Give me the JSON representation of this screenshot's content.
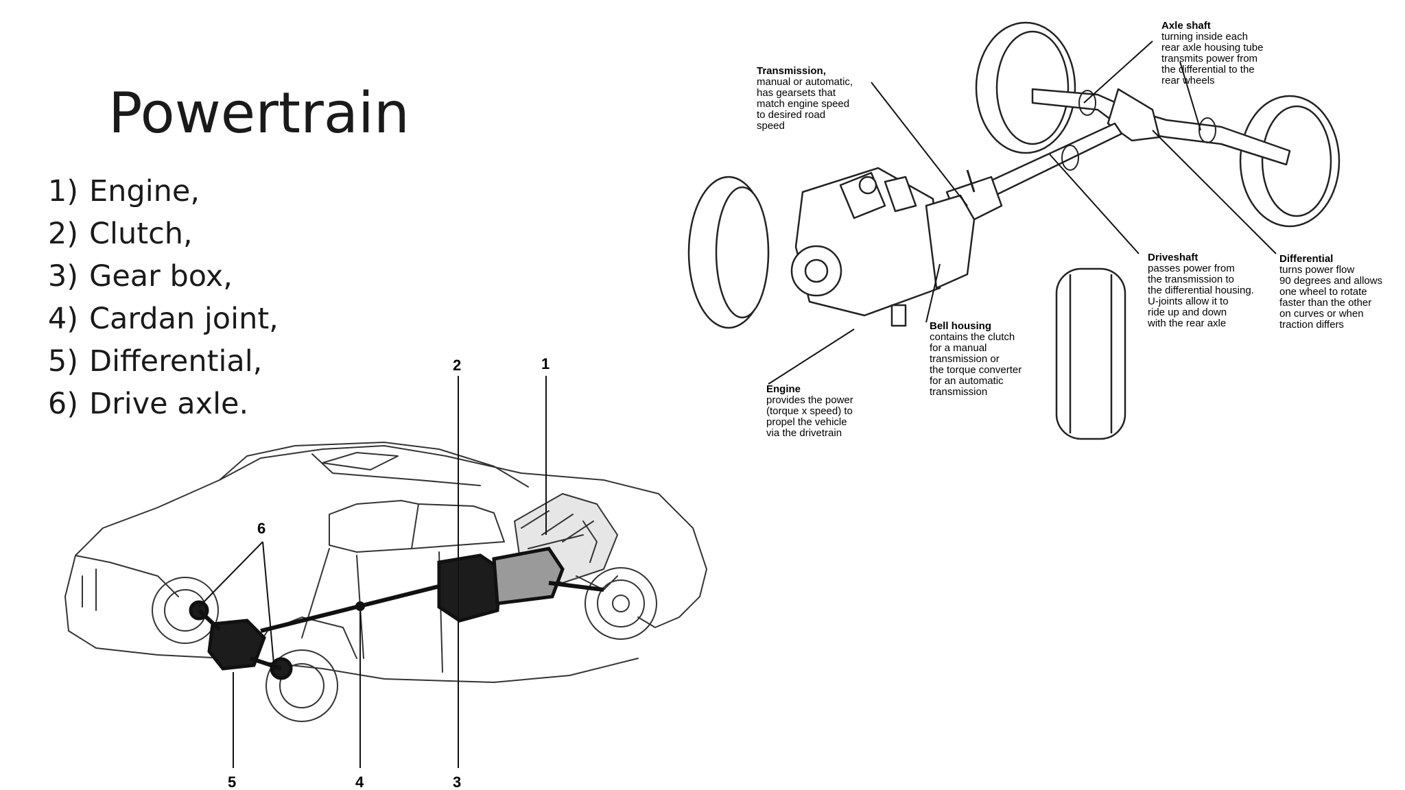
{
  "slide": {
    "title": "Powertrain",
    "items": [
      {
        "number": "1)",
        "label": "Engine,"
      },
      {
        "number": "2)",
        "label": "Clutch,"
      },
      {
        "number": "3)",
        "label": "Gear box,"
      },
      {
        "number": "4)",
        "label": "Cardan joint,"
      },
      {
        "number": "5)",
        "label": "Differential,"
      },
      {
        "number": "6)",
        "label": "Drive axle."
      }
    ]
  },
  "car_diagram": {
    "callouts": [
      "1",
      "2",
      "3",
      "4",
      "5",
      "6"
    ]
  },
  "drivetrain_diagram": {
    "transmission": {
      "title": "Transmission,",
      "lines": [
        "manual or automatic,",
        "has gearsets that",
        "match engine speed",
        "to desired road",
        "speed"
      ]
    },
    "axle_shaft": {
      "title": "Axle shaft",
      "lines": [
        "turning inside each",
        "rear axle housing tube",
        "transmits power from",
        "the differential to the",
        "rear wheels"
      ]
    },
    "driveshaft": {
      "title": "Driveshaft",
      "lines": [
        "passes power from",
        "the transmission to",
        "the differential housing.",
        "U-joints allow it to",
        "ride up and down",
        "with the rear axle"
      ]
    },
    "differential": {
      "title": "Differential",
      "lines": [
        "turns power flow",
        "90 degrees and allows",
        "one wheel to rotate",
        "faster than the other",
        "on curves or when",
        "traction differs"
      ]
    },
    "bell_housing": {
      "title": "Bell housing",
      "lines": [
        "contains the clutch",
        "for a manual",
        "transmission or",
        "the torque converter",
        "for an automatic",
        "transmission"
      ]
    },
    "engine": {
      "title": "Engine",
      "lines": [
        "provides the power",
        "(torque x speed) to",
        "propel the vehicle",
        "via the drivetrain"
      ]
    }
  }
}
